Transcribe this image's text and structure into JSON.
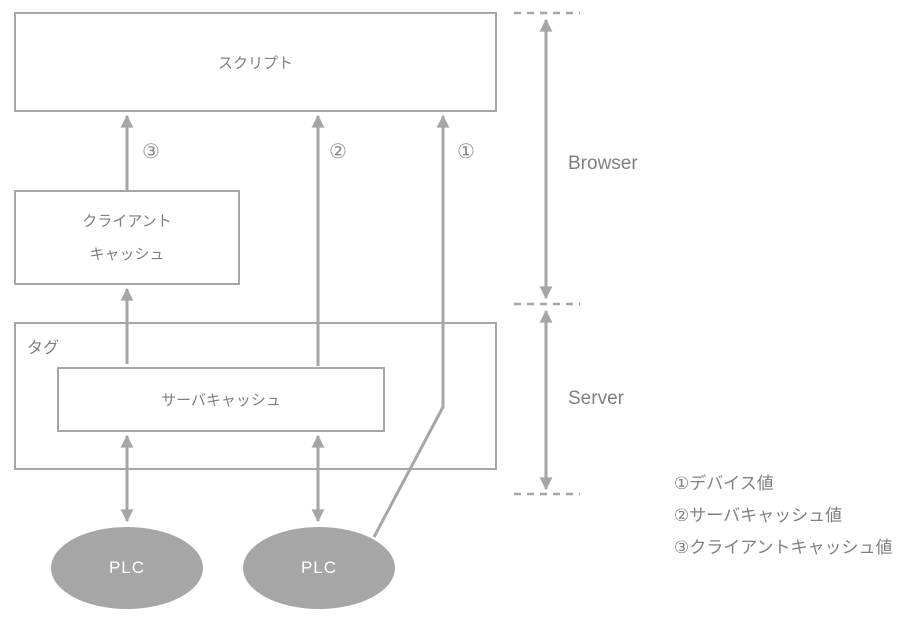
{
  "diagram": {
    "title": "tag-value-cache-architecture",
    "colors": {
      "line": "#a6a6a6",
      "box_border": "#a6a6a6",
      "box_text": "#7f7f7f",
      "plc_fill": "#a6a6a6",
      "plc_text": "#ffffff",
      "region_text": "#808080",
      "legend_text": "#808080",
      "number_label": "#8c8c8c",
      "background": "#ffffff"
    },
    "boxes": {
      "script": {
        "label": "スクリプト"
      },
      "client_cache": {
        "label_line1": "クライアント",
        "label_line2": "キャッシュ"
      },
      "tag": {
        "label": "タグ"
      },
      "server_cache": {
        "label": "サーバキャッシュ"
      }
    },
    "ellipses": {
      "plc_left": {
        "label": "PLC"
      },
      "plc_right": {
        "label": "PLC"
      }
    },
    "arrow_labels": {
      "one": "①",
      "two": "②",
      "three": "③"
    },
    "regions": {
      "browser": {
        "label": "Browser"
      },
      "server": {
        "label": "Server"
      }
    },
    "legend": {
      "items": [
        "①デバイス値",
        "②サーバキャッシュ値",
        "③クライアントキャッシュ値"
      ]
    }
  }
}
